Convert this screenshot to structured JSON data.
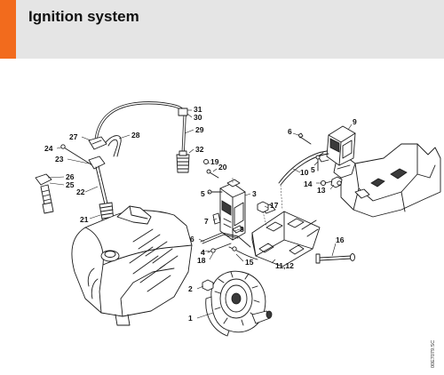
{
  "header": {
    "title": "Ignition system",
    "accent_color": "#f26b1d",
    "background_color": "#e5e5e5"
  },
  "diagram": {
    "drawing_code": "00E7079.SC",
    "callouts": {
      "c1": "1",
      "c2": "2",
      "c3": "3",
      "c4": "4",
      "c5a": "5",
      "c5b": "5",
      "c6a": "6",
      "c6b": "6",
      "c7": "7",
      "c8": "8",
      "c9": "9",
      "c10": "10",
      "c11_12": "11,12",
      "c13": "13",
      "c14": "14",
      "c15": "15",
      "c16": "16",
      "c17": "17",
      "c18": "18",
      "c19": "19",
      "c20": "20",
      "c21": "21",
      "c22": "22",
      "c23": "23",
      "c24": "24",
      "c25": "25",
      "c26": "26",
      "c27": "27",
      "c28": "28",
      "c29": "29",
      "c30": "30",
      "c31": "31",
      "c32": "32"
    }
  }
}
